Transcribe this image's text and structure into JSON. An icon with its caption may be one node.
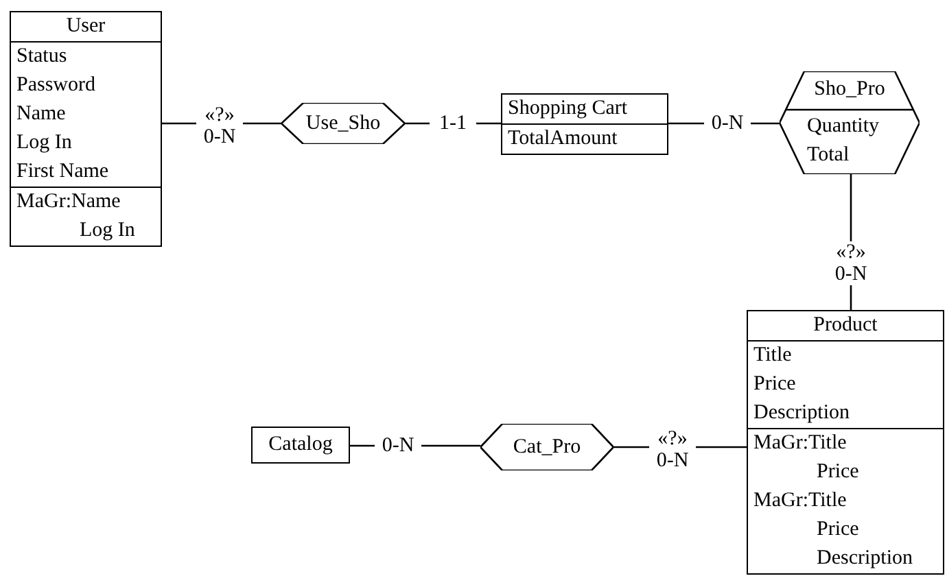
{
  "diagram": {
    "nodes": [
      {
        "text": [
          "User",
          "Status",
          "Password",
          "Name",
          "Log In",
          "First Name",
          "MaGr:Name",
          "Log In"
        ]
      },
      {
        "text": [
          "Use_Sho"
        ]
      },
      {
        "text": [
          "Shopping Cart",
          "TotalAmount"
        ]
      },
      {
        "text": [
          "Sho_Pro",
          "Quantity",
          "Total"
        ]
      },
      {
        "text": [
          "Product",
          "Title",
          "Price",
          "Description",
          "MaGr:Title",
          "Price",
          "MaGr:Title",
          "Price",
          "Description"
        ]
      },
      {
        "text": [
          "Catalog"
        ]
      },
      {
        "text": [
          "Cat_Pro"
        ]
      }
    ],
    "edges": [
      {
        "from": 0,
        "to": 1,
        "arrow": "none",
        "label": "«?» 0-N"
      },
      {
        "from": 1,
        "to": 2,
        "arrow": "none",
        "label": "1-1"
      },
      {
        "from": 2,
        "to": 3,
        "arrow": "none",
        "label": "0-N"
      },
      {
        "from": 3,
        "to": 4,
        "arrow": "none",
        "label": "«?» 0-N"
      },
      {
        "from": 5,
        "to": 6,
        "arrow": "none",
        "label": "0-N"
      },
      {
        "from": 6,
        "to": 4,
        "arrow": "none",
        "label": "«?» 0-N"
      }
    ]
  }
}
